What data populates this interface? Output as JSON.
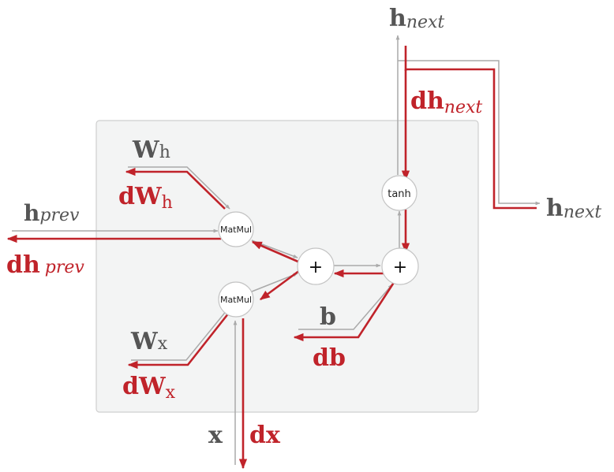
{
  "colors": {
    "forward": "#aaaaaa",
    "backward": "#c0232a",
    "box_fill": "#f3f4f4",
    "box_stroke": "#cfcfcf",
    "label_dark": "#555555"
  },
  "nodes": {
    "matmul_h": "MatMul",
    "matmul_x": "MatMul",
    "add_inner": "+",
    "add_outer": "+",
    "tanh": "tanh"
  },
  "labels": {
    "h_next_top": {
      "base": "h",
      "sub": "next"
    },
    "dh_next": {
      "base": "dh",
      "sub": "next"
    },
    "h_next_right": {
      "base": "h",
      "sub": "next"
    },
    "h_prev": {
      "base": "h",
      "sub": "prev"
    },
    "dh_prev": {
      "base": "dh",
      "sub": "prev"
    },
    "w_h": {
      "base": "W",
      "sub": "h"
    },
    "dw_h": {
      "base": "dW",
      "sub": "h"
    },
    "w_x": {
      "base": "W",
      "sub": "x"
    },
    "dw_x": {
      "base": "dW",
      "sub": "x"
    },
    "b": "b",
    "db": "db",
    "x": "x",
    "dx": "dx"
  }
}
